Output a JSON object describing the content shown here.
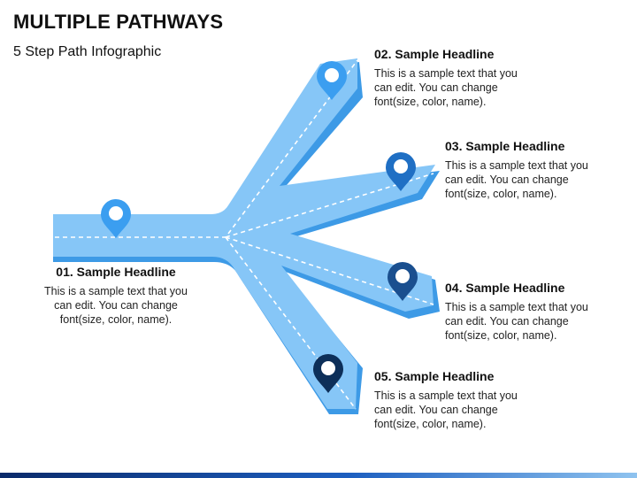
{
  "header": {
    "title": "MULTIPLE PATHWAYS",
    "subtitle": "5 Step Path Infographic"
  },
  "steps": [
    {
      "headline": "01. Sample Headline",
      "body": "This is a sample text that you\ncan edit. You can change\nfont(size, color, name).",
      "pin_color": "#3b9ef0"
    },
    {
      "headline": "02. Sample Headline",
      "body": "This is a sample text that you\ncan edit. You can change\nfont(size, color, name).",
      "pin_color": "#3b9ef0"
    },
    {
      "headline": "03. Sample Headline",
      "body": "This is a sample text that you\ncan edit. You can change\nfont(size, color, name).",
      "pin_color": "#1f6fc4"
    },
    {
      "headline": "04. Sample Headline",
      "body": "This is a sample text that you\ncan edit. You can change\nfont(size, color, name).",
      "pin_color": "#1a4f8f"
    },
    {
      "headline": "05. Sample Headline",
      "body": "This is a sample text that you\ncan edit. You can change\nfont(size, color, name).",
      "pin_color": "#0d2f59"
    }
  ],
  "colors": {
    "road_fill": "#86c6f7",
    "road_edge": "#3d9ae6",
    "road_dash": "#ffffff"
  }
}
